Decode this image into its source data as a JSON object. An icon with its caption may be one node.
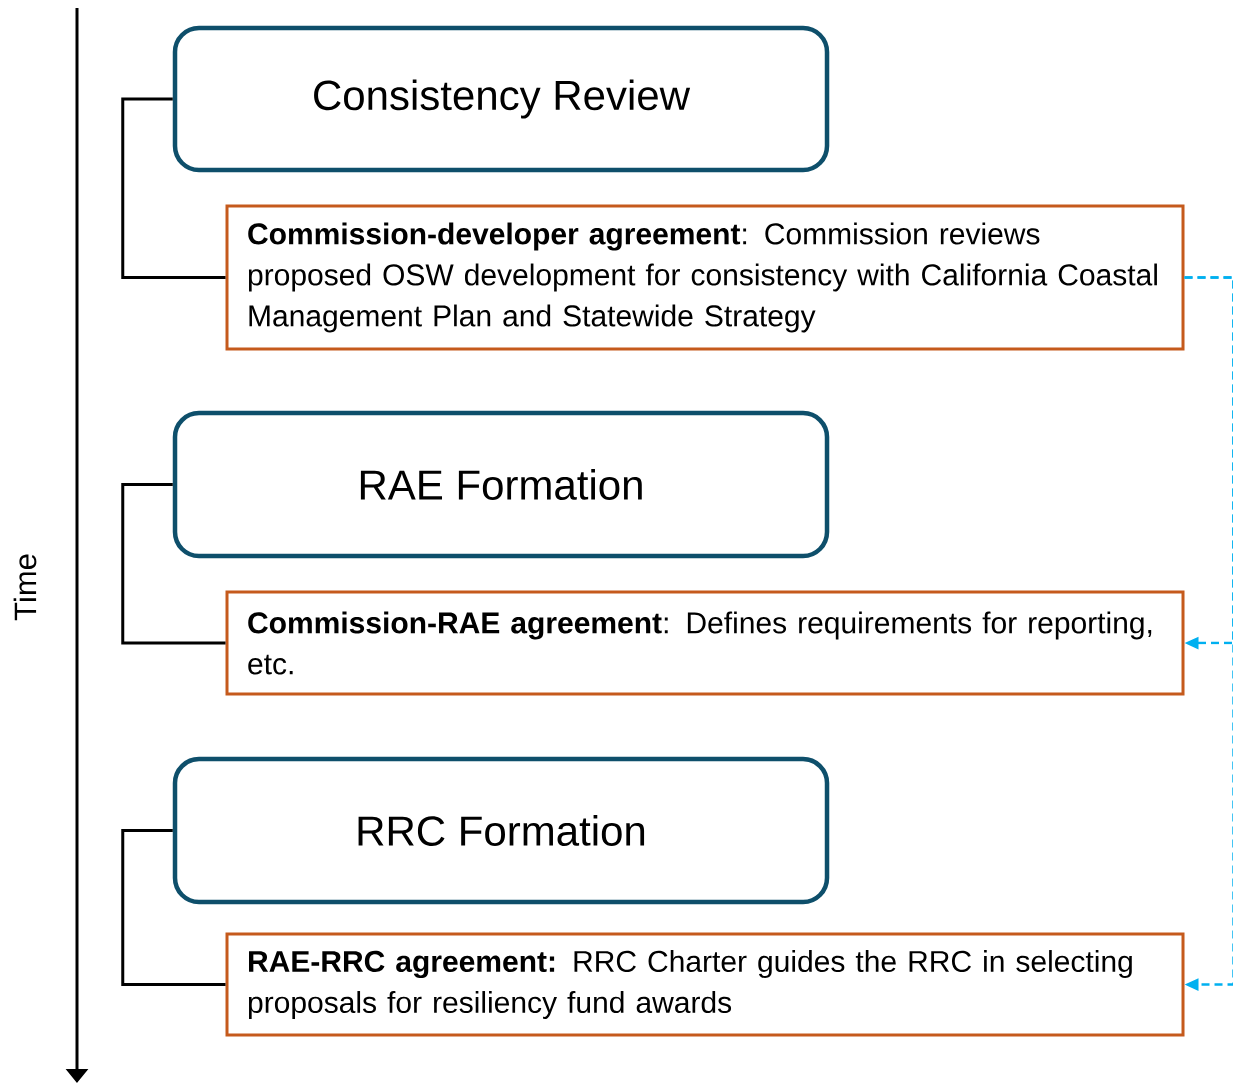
{
  "diagram": {
    "nodes": [
      {
        "text": [
          "Consistency Review"
        ]
      },
      {
        "text": [
          "**Commission-developer agreement**: Commission reviews proposed OSW development for consistency with California Coastal Management Plan and Statewide Strategy"
        ]
      },
      {
        "text": [
          "RAE Formation"
        ]
      },
      {
        "text": [
          "**Commission-RAE agreement**: Defines requirements for reporting, etc."
        ]
      },
      {
        "text": [
          "RRC Formation"
        ]
      },
      {
        "text": [
          "**RAE-RRC agreement:** RRC Charter guides the RRC in selecting proposals for resiliency fund awards"
        ]
      }
    ],
    "edges": [
      {
        "from": 0,
        "to": 1,
        "arrow": "none"
      },
      {
        "from": 2,
        "to": 3,
        "arrow": "none"
      },
      {
        "from": 4,
        "to": 5,
        "arrow": "none"
      },
      {
        "from": 1,
        "to": 3,
        "arrow": "to",
        "style": "dashed",
        "color": "#00b0f0"
      },
      {
        "from": 1,
        "to": 5,
        "arrow": "to",
        "style": "dashed",
        "color": "#00b0f0"
      }
    ],
    "labels": [
      "Time"
    ]
  }
}
